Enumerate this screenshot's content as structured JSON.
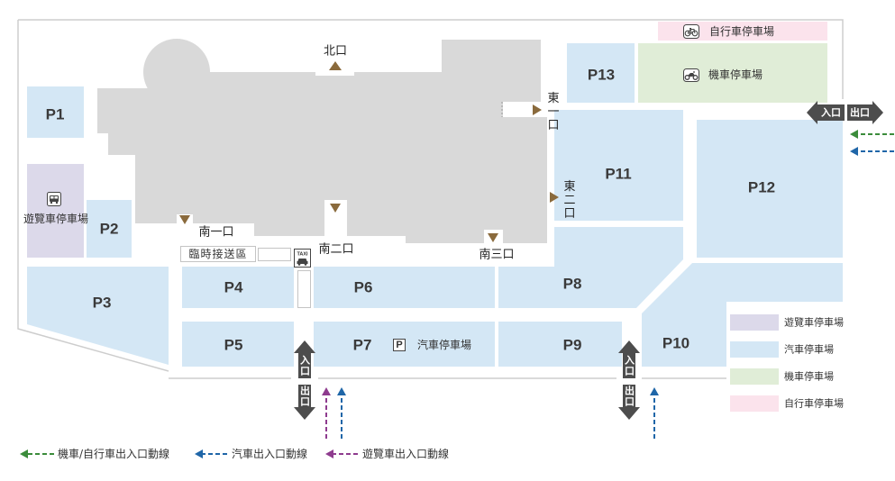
{
  "map": {
    "entrances": {
      "north": "北口",
      "east_1": "東一口",
      "east_2": "東二口",
      "south_1": "南一口",
      "south_2": "南二口",
      "south_3": "南三口"
    },
    "pickup_zone": "臨時接送區",
    "taxi_sign": "TAXI",
    "lots": {
      "p1": "P1",
      "p2": "P2",
      "p3": "P3",
      "p4": "P4",
      "p5": "P5",
      "p6": "P6",
      "p7": "P7",
      "p8": "P8",
      "p9": "P9",
      "p10": "P10",
      "p11": "P11",
      "p12": "P12",
      "p13": "P13"
    },
    "zone_labels": {
      "bus": "遊覽車停車場",
      "car": "汽車停車場",
      "car_sign": "P",
      "motorcycle": "機車停車場",
      "bicycle": "自行車停車場"
    },
    "gates": {
      "east": {
        "entry": "入口",
        "exit": "出口"
      },
      "south_west": {
        "entry": "入口",
        "exit": "出口"
      },
      "south_east": {
        "entry": "入口",
        "exit": "出口"
      }
    }
  },
  "legend": {
    "zones": [
      {
        "label": "遊覽車停車場",
        "color": "#dcd9ea"
      },
      {
        "label": "汽車停車場",
        "color": "#d4e7f5"
      },
      {
        "label": "機車停車場",
        "color": "#e0edd7"
      },
      {
        "label": "自行車停車場",
        "color": "#fbe3ec"
      }
    ],
    "routes": [
      {
        "label": "機車/自行車出入口動線",
        "color": "#3b8c3b"
      },
      {
        "label": "汽車出入口動線",
        "color": "#1f66a8"
      },
      {
        "label": "遊覽車出入口動線",
        "color": "#8e3b8e"
      }
    ]
  },
  "colors": {
    "building": "#d9d9d9",
    "car_lot": "#d4e7f5",
    "bus_lot": "#dcd9ea",
    "motorcycle_lot": "#e0edd7",
    "bicycle_lot": "#fbe3ec",
    "entrance_marker": "#8a6a3c",
    "gate_arrow": "#4d4d4d"
  },
  "icons": [
    "bus-icon",
    "bicycle-icon",
    "motorcycle-icon",
    "parking-sign-icon",
    "taxi-icon"
  ]
}
